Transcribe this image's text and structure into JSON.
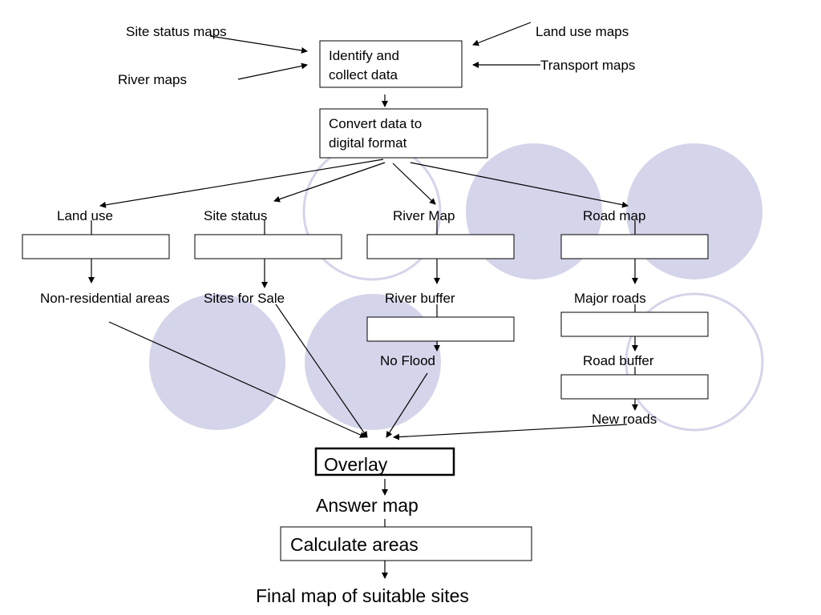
{
  "inputs": {
    "site_status_maps": "Site status maps",
    "river_maps": "River maps",
    "land_use_maps": "Land use maps",
    "transport_maps": "Transport maps"
  },
  "steps": {
    "identify_line1": "Identify and",
    "identify_line2": "collect data",
    "convert_line1": "Convert data to",
    "convert_line2": "digital format"
  },
  "branches": {
    "land_use": "Land use",
    "site_status": "Site status",
    "river_map": "River Map",
    "road_map": "Road map"
  },
  "derived": {
    "non_residential": "Non-residential areas",
    "sites_for_sale": "Sites for Sale",
    "river_buffer": "River buffer",
    "no_flood": "No Flood",
    "major_roads": "Major roads",
    "road_buffer": "Road buffer",
    "new_roads": "New roads"
  },
  "final": {
    "overlay": "Overlay",
    "answer_map": "Answer map",
    "calculate_areas": "Calculate areas",
    "final_map": "Final map of suitable sites"
  },
  "colors": {
    "decor_circle": "#d4d4ea",
    "line": "#000000",
    "box_fill": "#ffffff"
  }
}
